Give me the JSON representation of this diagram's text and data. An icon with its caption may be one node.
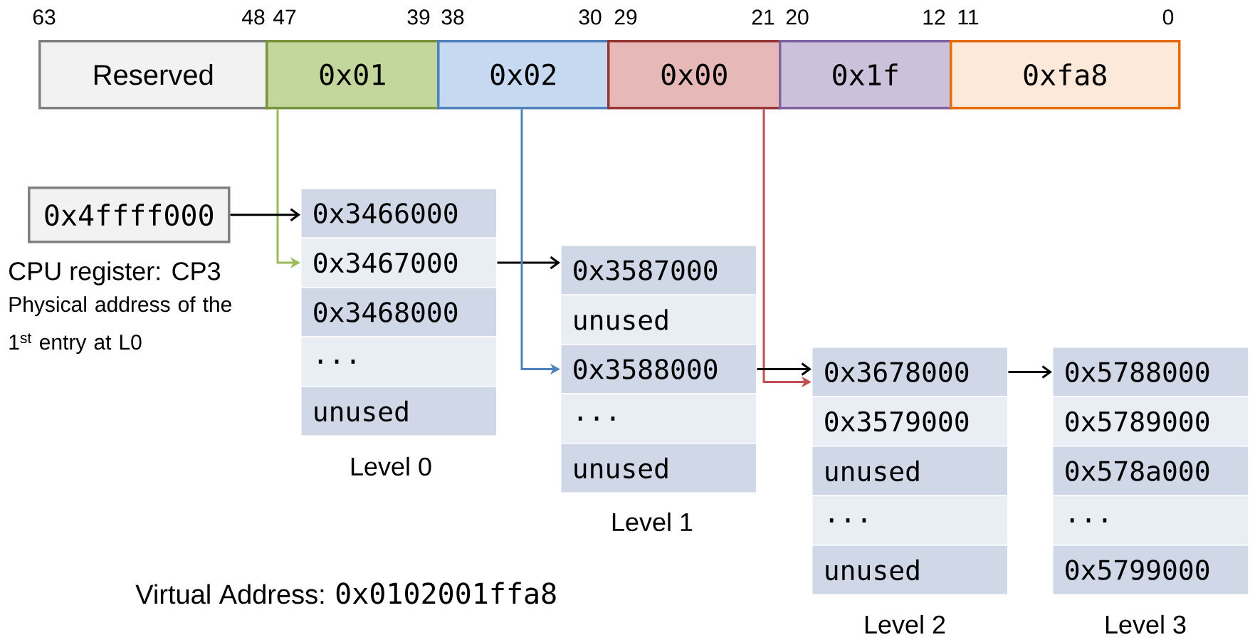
{
  "diagram": {
    "nodes": [
      {
        "text": [
          "Reserved"
        ]
      },
      {
        "text": [
          "0x01"
        ]
      },
      {
        "text": [
          "0x02"
        ]
      },
      {
        "text": [
          "0x00"
        ]
      },
      {
        "text": [
          "0x1f"
        ]
      },
      {
        "text": [
          "0xfa8"
        ]
      },
      {
        "text": [
          "0x4ffff000"
        ],
        "beside": [
          "CPU register: CP3",
          "Physical address of the 1$^{st}$ entry at L0"
        ]
      },
      {
        "text": [
          "0x3466000"
        ]
      },
      {
        "text": [
          "0x3467000"
        ]
      },
      {
        "text": [
          "0x3468000"
        ]
      },
      {
        "text": [
          "..."
        ]
      },
      {
        "text": [
          "unused"
        ]
      },
      {
        "text": [
          "0x3587000"
        ]
      },
      {
        "text": [
          "unused"
        ]
      },
      {
        "text": [
          "0x3588000"
        ]
      },
      {
        "text": [
          "..."
        ]
      },
      {
        "text": [
          "unused"
        ]
      },
      {
        "text": [
          "0x3678000"
        ]
      },
      {
        "text": [
          "0x3579000"
        ]
      },
      {
        "text": [
          "unused"
        ]
      },
      {
        "text": [
          "..."
        ]
      },
      {
        "text": [
          "unused"
        ]
      },
      {
        "text": [
          "0x5788000"
        ]
      },
      {
        "text": [
          "0x5789000"
        ]
      },
      {
        "text": [
          "0x578a000"
        ]
      },
      {
        "text": [
          "..."
        ]
      },
      {
        "text": [
          "0x5799000"
        ]
      }
    ],
    "edges": [
      {
        "from": 1,
        "to": 8,
        "arrow": "to",
        "color": "#9bbb59"
      },
      {
        "from": 6,
        "to": 7,
        "arrow": "to"
      },
      {
        "from": 8,
        "to": 12,
        "arrow": "to"
      },
      {
        "from": 2,
        "to": 14,
        "arrow": "to",
        "color": "#4f81bd"
      },
      {
        "from": 3,
        "to": 17,
        "arrow": "to",
        "color": "#c0504d"
      },
      {
        "from": 14,
        "to": 17,
        "arrow": "to"
      },
      {
        "from": 17,
        "to": 22,
        "arrow": "to"
      }
    ],
    "labels": [
      "63",
      "48",
      "47",
      "39",
      "38",
      "30",
      "29",
      "21",
      "20",
      "12",
      "11",
      "0",
      "Level 0",
      "Level 1",
      "Virtual Address:",
      "0x0102001ffa8",
      "Level 2",
      "Level 3"
    ]
  }
}
